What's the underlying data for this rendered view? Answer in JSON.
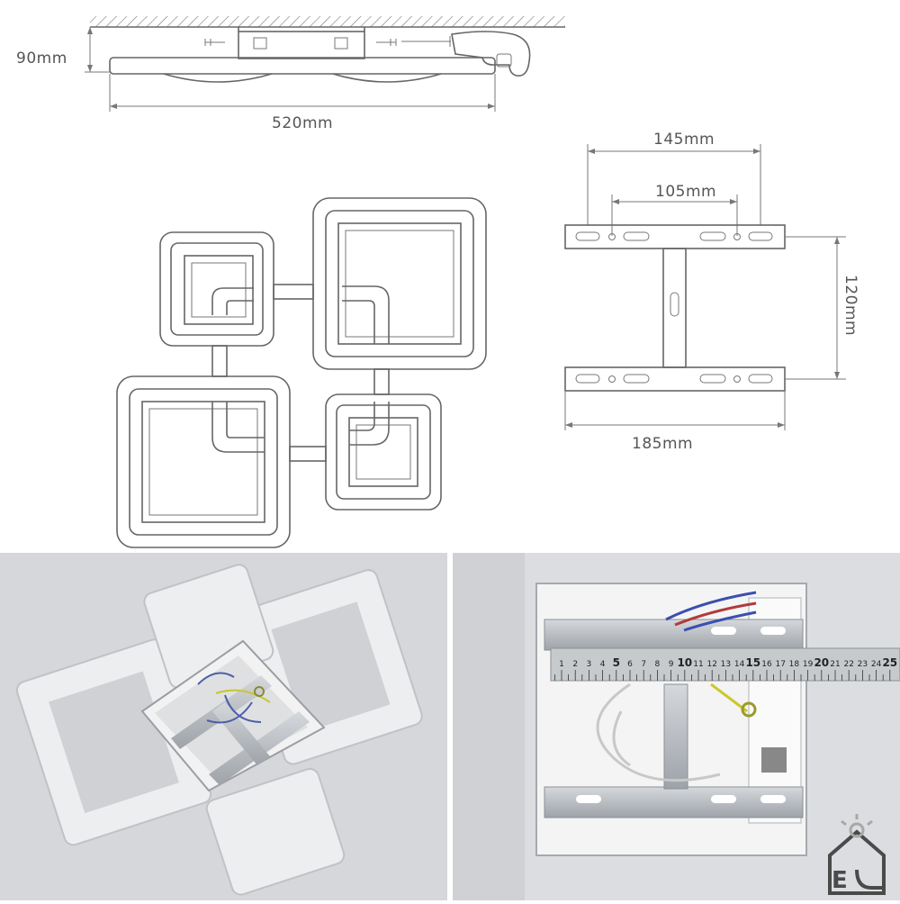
{
  "dimensions": {
    "height_label": "90mm",
    "width_label": "520mm",
    "bracket_outer_label": "145mm",
    "bracket_inner_label": "105mm",
    "bracket_height_label": "120mm",
    "bracket_width_label": "185mm"
  },
  "ruler": {
    "ticks": [
      "1",
      "2",
      "3",
      "4",
      "5",
      "6",
      "7",
      "8",
      "9",
      "10",
      "11",
      "12",
      "13",
      "14",
      "15",
      "16",
      "17",
      "18",
      "19",
      "20",
      "21",
      "22",
      "23",
      "24",
      "25"
    ]
  },
  "colors": {
    "drawing_line": "#666666",
    "photo_bg": "#d9dadc",
    "metal": "#b8bcc1",
    "ruler": "#c9cccf"
  },
  "icons": [
    "house-logo-icon"
  ]
}
